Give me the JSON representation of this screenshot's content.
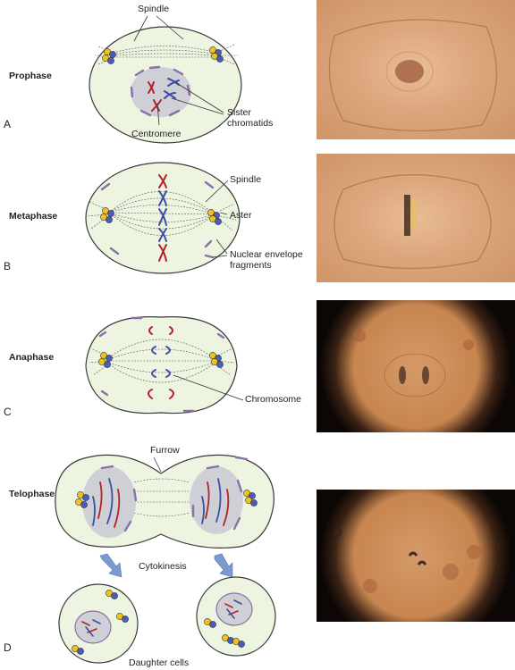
{
  "stages": [
    {
      "letter": "A",
      "name": "Prophase"
    },
    {
      "letter": "B",
      "name": "Metaphase"
    },
    {
      "letter": "C",
      "name": "Anaphase"
    },
    {
      "letter": "D",
      "name": "Telophase"
    }
  ],
  "annotations": {
    "spindle_top": "Spindle",
    "sister_chromatids": "Sister\nchromatids",
    "centromere": "Centromere",
    "spindle_metaphase": "Spindle",
    "aster": "Aster",
    "nuclear_envelope_fragments": "Nuclear envelope\nfragments",
    "chromosome": "Chromosome",
    "furrow": "Furrow",
    "cytokinesis": "Cytokinesis",
    "daughter_cells": "Daughter cells"
  },
  "colors": {
    "cell_fill": "#edf5e1",
    "cell_outline": "#3a3a3a",
    "nucleus_fill": "#cfcfd6",
    "chromosome_red": "#b3222b",
    "chromosome_blue": "#3c4ea8",
    "centriole_yellow": "#f2c21c",
    "centriole_blue": "#4a5cb8",
    "envelope_fragment": "#8a6fa8",
    "arrow_blue": "#7b9ad0",
    "micrograph_tan": "#dba57c",
    "micrograph_dark": "#1a0f08"
  }
}
